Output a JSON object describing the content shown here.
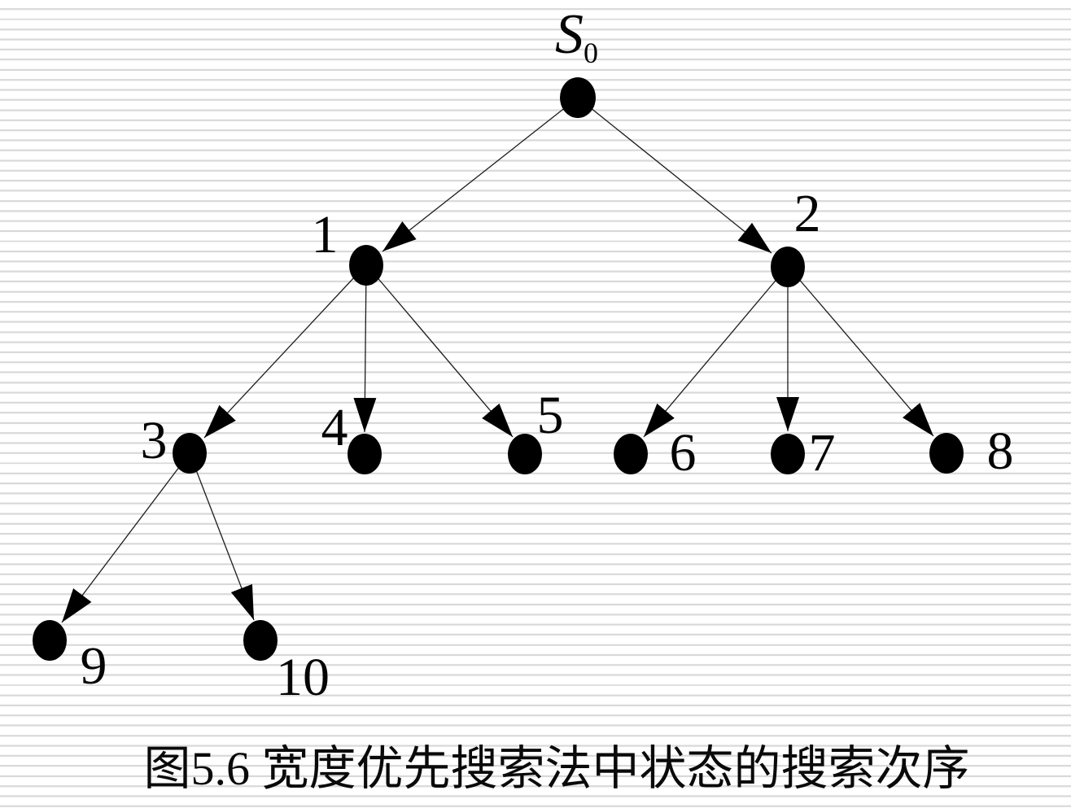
{
  "tree": {
    "root": {
      "id": "S0",
      "label_main": "S",
      "label_sub": "0"
    },
    "nodes": [
      {
        "id": "1",
        "label": "1"
      },
      {
        "id": "2",
        "label": "2"
      },
      {
        "id": "3",
        "label": "3"
      },
      {
        "id": "4",
        "label": "4"
      },
      {
        "id": "5",
        "label": "5"
      },
      {
        "id": "6",
        "label": "6"
      },
      {
        "id": "7",
        "label": "7"
      },
      {
        "id": "8",
        "label": "8"
      },
      {
        "id": "9",
        "label": "9"
      },
      {
        "id": "10",
        "label": "10"
      }
    ],
    "edges": [
      {
        "from": "S0",
        "to": "1"
      },
      {
        "from": "S0",
        "to": "2"
      },
      {
        "from": "1",
        "to": "3"
      },
      {
        "from": "1",
        "to": "4"
      },
      {
        "from": "1",
        "to": "5"
      },
      {
        "from": "2",
        "to": "6"
      },
      {
        "from": "2",
        "to": "7"
      },
      {
        "from": "2",
        "to": "8"
      },
      {
        "from": "3",
        "to": "9"
      },
      {
        "from": "3",
        "to": "10"
      }
    ]
  },
  "caption": "图5.6 宽度优先搜索法中状态的搜索次序",
  "colors": {
    "node_fill": "#000000",
    "edge_stroke": "#1c1c1c",
    "stripe": "#d9d9d9",
    "background": "#ffffff"
  }
}
